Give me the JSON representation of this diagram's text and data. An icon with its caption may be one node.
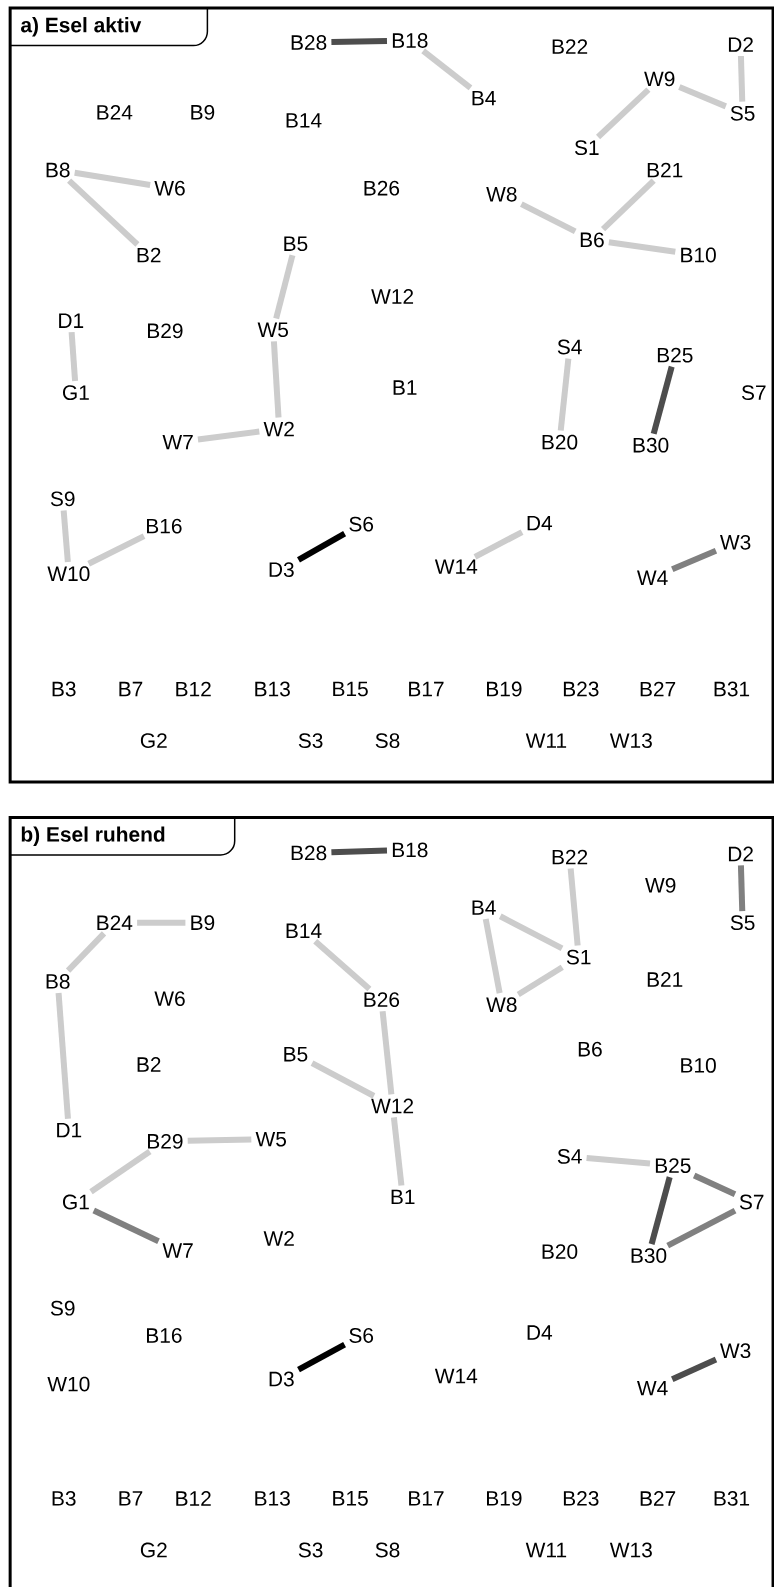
{
  "diagram": {
    "nodes": [
      {
        "text": [
          "a) Esel aktiv"
        ]
      },
      {
        "text": [
          "B28"
        ],
        "in": 0
      },
      {
        "text": [
          "B18"
        ],
        "in": 0
      },
      {
        "text": [
          "B22"
        ],
        "in": 0
      },
      {
        "text": [
          "D2"
        ],
        "in": 0
      },
      {
        "text": [
          "W9"
        ],
        "in": 0
      },
      {
        "text": [
          "S5"
        ],
        "in": 0
      },
      {
        "text": [
          "B4"
        ],
        "in": 0
      },
      {
        "text": [
          "B24"
        ],
        "in": 0
      },
      {
        "text": [
          "B9"
        ],
        "in": 0
      },
      {
        "text": [
          "B14"
        ],
        "in": 0
      },
      {
        "text": [
          "S1"
        ],
        "in": 0
      },
      {
        "text": [
          "B21"
        ],
        "in": 0
      },
      {
        "text": [
          "B8"
        ],
        "in": 0
      },
      {
        "text": [
          "W6"
        ],
        "in": 0
      },
      {
        "text": [
          "B26"
        ],
        "in": 0
      },
      {
        "text": [
          "W8"
        ],
        "in": 0
      },
      {
        "text": [
          "B6"
        ],
        "in": 0
      },
      {
        "text": [
          "B10"
        ],
        "in": 0
      },
      {
        "text": [
          "B2"
        ],
        "in": 0
      },
      {
        "text": [
          "B5"
        ],
        "in": 0
      },
      {
        "text": [
          "W12"
        ],
        "in": 0
      },
      {
        "text": [
          "D1"
        ],
        "in": 0
      },
      {
        "text": [
          "B29"
        ],
        "in": 0
      },
      {
        "text": [
          "W5"
        ],
        "in": 0
      },
      {
        "text": [
          "S4"
        ],
        "in": 0
      },
      {
        "text": [
          "B25"
        ],
        "in": 0
      },
      {
        "text": [
          "B1"
        ],
        "in": 0
      },
      {
        "text": [
          "G1"
        ],
        "in": 0
      },
      {
        "text": [
          "S7"
        ],
        "in": 0
      },
      {
        "text": [
          "W7"
        ],
        "in": 0
      },
      {
        "text": [
          "W2"
        ],
        "in": 0
      },
      {
        "text": [
          "B20"
        ],
        "in": 0
      },
      {
        "text": [
          "B30"
        ],
        "in": 0
      },
      {
        "text": [
          "S9"
        ],
        "in": 0
      },
      {
        "text": [
          "B16"
        ],
        "in": 0
      },
      {
        "text": [
          "S6"
        ],
        "in": 0
      },
      {
        "text": [
          "D4"
        ],
        "in": 0
      },
      {
        "text": [
          "W3"
        ],
        "in": 0
      },
      {
        "text": [
          "D3"
        ],
        "in": 0
      },
      {
        "text": [
          "W14"
        ],
        "in": 0
      },
      {
        "text": [
          "W10"
        ],
        "in": 0
      },
      {
        "text": [
          "W4"
        ],
        "in": 0
      },
      {
        "text": [
          "B3"
        ],
        "in": 0
      },
      {
        "text": [
          "B7"
        ],
        "in": 0
      },
      {
        "text": [
          "B12"
        ],
        "in": 0
      },
      {
        "text": [
          "B13"
        ],
        "in": 0
      },
      {
        "text": [
          "B15"
        ],
        "in": 0
      },
      {
        "text": [
          "B17"
        ],
        "in": 0
      },
      {
        "text": [
          "B19"
        ],
        "in": 0
      },
      {
        "text": [
          "B23"
        ],
        "in": 0
      },
      {
        "text": [
          "B27"
        ],
        "in": 0
      },
      {
        "text": [
          "B31"
        ],
        "in": 0
      },
      {
        "text": [
          "G2"
        ],
        "in": 0
      },
      {
        "text": [
          "S3"
        ],
        "in": 0
      },
      {
        "text": [
          "S8"
        ],
        "in": 0
      },
      {
        "text": [
          "W11"
        ],
        "in": 0
      },
      {
        "text": [
          "W13"
        ],
        "in": 0
      },
      {
        "text": [
          "b) Esel ruhend"
        ]
      },
      {
        "text": [
          "B28"
        ],
        "in": 58
      },
      {
        "text": [
          "B18"
        ],
        "in": 58
      },
      {
        "text": [
          "B22"
        ],
        "in": 58
      },
      {
        "text": [
          "D2"
        ],
        "in": 58
      },
      {
        "text": [
          "W9"
        ],
        "in": 58
      },
      {
        "text": [
          "S5"
        ],
        "in": 58
      },
      {
        "text": [
          "B4"
        ],
        "in": 58
      },
      {
        "text": [
          "B24"
        ],
        "in": 58
      },
      {
        "text": [
          "B9"
        ],
        "in": 58
      },
      {
        "text": [
          "B14"
        ],
        "in": 58
      },
      {
        "text": [
          "S1"
        ],
        "in": 58
      },
      {
        "text": [
          "B21"
        ],
        "in": 58
      },
      {
        "text": [
          "B8"
        ],
        "in": 58
      },
      {
        "text": [
          "W6"
        ],
        "in": 58
      },
      {
        "text": [
          "B26"
        ],
        "in": 58
      },
      {
        "text": [
          "W8"
        ],
        "in": 58
      },
      {
        "text": [
          "B6"
        ],
        "in": 58
      },
      {
        "text": [
          "B10"
        ],
        "in": 58
      },
      {
        "text": [
          "B2"
        ],
        "in": 58
      },
      {
        "text": [
          "B5"
        ],
        "in": 58
      },
      {
        "text": [
          "W12"
        ],
        "in": 58
      },
      {
        "text": [
          "D1"
        ],
        "in": 58
      },
      {
        "text": [
          "B29"
        ],
        "in": 58
      },
      {
        "text": [
          "W5"
        ],
        "in": 58
      },
      {
        "text": [
          "S4"
        ],
        "in": 58
      },
      {
        "text": [
          "B25"
        ],
        "in": 58
      },
      {
        "text": [
          "B1"
        ],
        "in": 58
      },
      {
        "text": [
          "G1"
        ],
        "in": 58
      },
      {
        "text": [
          "S7"
        ],
        "in": 58
      },
      {
        "text": [
          "W7"
        ],
        "in": 58
      },
      {
        "text": [
          "W2"
        ],
        "in": 58
      },
      {
        "text": [
          "B20"
        ],
        "in": 58
      },
      {
        "text": [
          "B30"
        ],
        "in": 58
      },
      {
        "text": [
          "S9"
        ],
        "in": 58
      },
      {
        "text": [
          "B16"
        ],
        "in": 58
      },
      {
        "text": [
          "S6"
        ],
        "in": 58
      },
      {
        "text": [
          "D4"
        ],
        "in": 58
      },
      {
        "text": [
          "W3"
        ],
        "in": 58
      },
      {
        "text": [
          "D3"
        ],
        "in": 58
      },
      {
        "text": [
          "W14"
        ],
        "in": 58
      },
      {
        "text": [
          "W10"
        ],
        "in": 58
      },
      {
        "text": [
          "W4"
        ],
        "in": 58
      },
      {
        "text": [
          "B3"
        ],
        "in": 58
      },
      {
        "text": [
          "B7"
        ],
        "in": 58
      },
      {
        "text": [
          "B12"
        ],
        "in": 58
      },
      {
        "text": [
          "B13"
        ],
        "in": 58
      },
      {
        "text": [
          "B15"
        ],
        "in": 58
      },
      {
        "text": [
          "B17"
        ],
        "in": 58
      },
      {
        "text": [
          "B19"
        ],
        "in": 58
      },
      {
        "text": [
          "B23"
        ],
        "in": 58
      },
      {
        "text": [
          "B27"
        ],
        "in": 58
      },
      {
        "text": [
          "B31"
        ],
        "in": 58
      },
      {
        "text": [
          "G2"
        ],
        "in": 58
      },
      {
        "text": [
          "S3"
        ],
        "in": 58
      },
      {
        "text": [
          "S8"
        ],
        "in": 58
      },
      {
        "text": [
          "W11"
        ],
        "in": 58
      },
      {
        "text": [
          "W13"
        ],
        "in": 58
      }
    ],
    "edges": [
      {
        "from": 1,
        "to": 2,
        "arrow": "none",
        "color": "#4d4d4d"
      },
      {
        "from": 2,
        "to": 7,
        "arrow": "none"
      },
      {
        "from": 11,
        "to": 5,
        "arrow": "none"
      },
      {
        "from": 5,
        "to": 6,
        "arrow": "none"
      },
      {
        "from": 4,
        "to": 6,
        "arrow": "none"
      },
      {
        "from": 13,
        "to": 14,
        "arrow": "none"
      },
      {
        "from": 13,
        "to": 19,
        "arrow": "none"
      },
      {
        "from": 16,
        "to": 17,
        "arrow": "none"
      },
      {
        "from": 17,
        "to": 12,
        "arrow": "none"
      },
      {
        "from": 17,
        "to": 18,
        "arrow": "none"
      },
      {
        "from": 20,
        "to": 24,
        "arrow": "none"
      },
      {
        "from": 24,
        "to": 31,
        "arrow": "none"
      },
      {
        "from": 30,
        "to": 31,
        "arrow": "none"
      },
      {
        "from": 22,
        "to": 28,
        "arrow": "none"
      },
      {
        "from": 25,
        "to": 32,
        "arrow": "none"
      },
      {
        "from": 26,
        "to": 33,
        "arrow": "none",
        "color": "#4d4d4d"
      },
      {
        "from": 34,
        "to": 41,
        "arrow": "none"
      },
      {
        "from": 41,
        "to": 35,
        "arrow": "none"
      },
      {
        "from": 39,
        "to": 36,
        "arrow": "none",
        "color": "#000000"
      },
      {
        "from": 40,
        "to": 37,
        "arrow": "none"
      },
      {
        "from": 42,
        "to": 38,
        "arrow": "none",
        "color": "#808080"
      },
      {
        "from": 59,
        "to": 60,
        "arrow": "none",
        "color": "#4d4d4d"
      },
      {
        "from": 66,
        "to": 67,
        "arrow": "none"
      },
      {
        "from": 71,
        "to": 66,
        "arrow": "none"
      },
      {
        "from": 71,
        "to": 80,
        "arrow": "none"
      },
      {
        "from": 68,
        "to": 73,
        "arrow": "none"
      },
      {
        "from": 73,
        "to": 79,
        "arrow": "none"
      },
      {
        "from": 78,
        "to": 79,
        "arrow": "none"
      },
      {
        "from": 79,
        "to": 85,
        "arrow": "none"
      },
      {
        "from": 65,
        "to": 69,
        "arrow": "none"
      },
      {
        "from": 61,
        "to": 69,
        "arrow": "none"
      },
      {
        "from": 65,
        "to": 74,
        "arrow": "none"
      },
      {
        "from": 74,
        "to": 69,
        "arrow": "none"
      },
      {
        "from": 62,
        "to": 64,
        "arrow": "none",
        "color": "#808080"
      },
      {
        "from": 81,
        "to": 82,
        "arrow": "none"
      },
      {
        "from": 86,
        "to": 81,
        "arrow": "none"
      },
      {
        "from": 86,
        "to": 88,
        "arrow": "none",
        "color": "#808080"
      },
      {
        "from": 83,
        "to": 84,
        "arrow": "none"
      },
      {
        "from": 84,
        "to": 91,
        "arrow": "none",
        "color": "#4d4d4d"
      },
      {
        "from": 84,
        "to": 87,
        "arrow": "none",
        "color": "#808080"
      },
      {
        "from": 91,
        "to": 87,
        "arrow": "none",
        "color": "#808080"
      },
      {
        "from": 97,
        "to": 94,
        "arrow": "none",
        "color": "#000000"
      },
      {
        "from": 100,
        "to": 96,
        "arrow": "none",
        "color": "#4d4d4d"
      }
    ]
  }
}
